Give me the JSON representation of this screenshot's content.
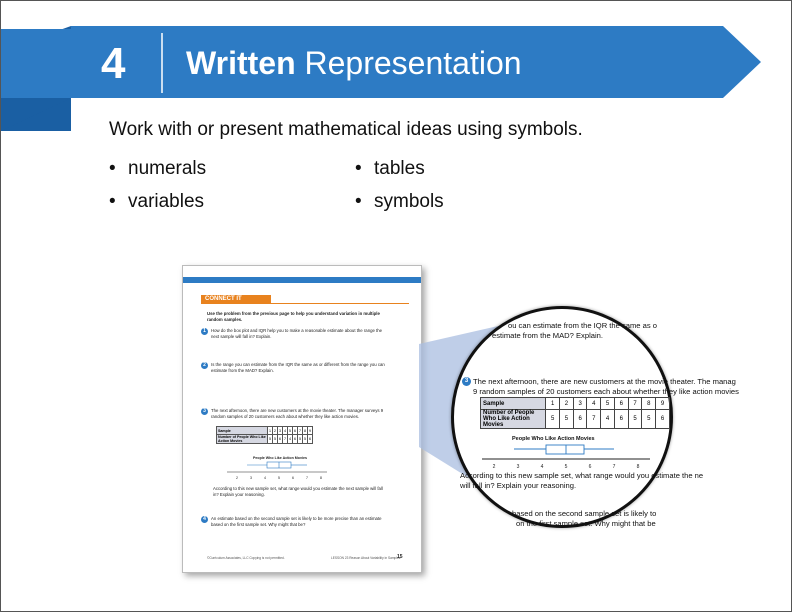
{
  "banner": {
    "number": "4",
    "title_bold": "Written",
    "title_light": "Representation",
    "color": "#2d7bc4",
    "dark_color": "#1a5fa3"
  },
  "intro": "Work with or present mathematical  ideas using symbols.",
  "bullets_col1": [
    "numerals",
    "variables"
  ],
  "bullets_col2": [
    "tables",
    "symbols"
  ],
  "page": {
    "header": "CONNECT IT",
    "lead": "Use the problem from the previous page to help you understand variation in multiple random samples.",
    "q1": "How do the box plot and IQR help you to make a reasonable estimate about the range the next sample will fall in? Explain.",
    "q2": "Is the range you can estimate from the IQR the same as or different from the range you can estimate from the MAD? Explain.",
    "q3": "The next afternoon, there are new customers at the movie theater. The manager surveys 9 random samples of 20 customers each about whether they like action movies.",
    "table_label_1": "Sample",
    "table_label_2": "Number of People Who Like Action Movies",
    "samples": [
      "1",
      "2",
      "3",
      "4",
      "5",
      "6",
      "7",
      "8",
      "9"
    ],
    "counts": [
      "5",
      "5",
      "6",
      "7",
      "4",
      "6",
      "5",
      "5",
      "6"
    ],
    "plot_title": "People Who Like Action Movies",
    "axis_ticks": [
      "2",
      "3",
      "4",
      "5",
      "6",
      "7",
      "8"
    ],
    "q3_text": "According to this new sample set, what range would you estimate the next sample will fall in? Explain your reasoning.",
    "q4": "An estimate based on the second sample set is likely to be more precise than an estimate based on the first sample set. Why might that be?",
    "footer_left": "©Curriculum Associates, LLC   Copying is not permitted.",
    "footer_right": "LESSON 23 Reason About Variability in Samples",
    "page_number": "15"
  },
  "zoom": {
    "line1": "ou can estimate from the IQR the same as o",
    "line2": "estimate from the MAD? Explain.",
    "q_num": "3",
    "line3": "The next afternoon, there are new customers at the movie theater. The manag",
    "line4": "9 random samples of 20 customers each about whether they like action movies",
    "plot_title": "People Who Like Action Movies",
    "line5": "According to this new sample set, what range would you estimate the ne",
    "line6": "will fall in? Explain your reasoning.",
    "line7": "based on the second sample set is likely to",
    "line8": "on the first sample set. Why might that be"
  }
}
